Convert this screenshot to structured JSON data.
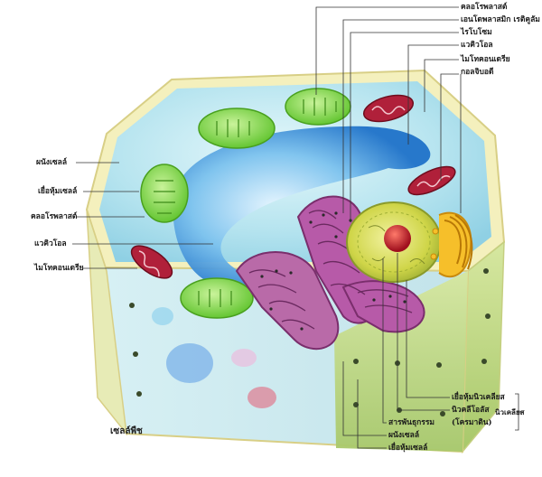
{
  "labels": {
    "top_chloroplast": "คลอโรพลาสต์",
    "top_er": "เอนโดพลาสมิก เรติคูลัม",
    "top_ribosome": "ไรโบโซม",
    "top_vacuole": "แวคิวโอล",
    "top_mitochondria_line1": "ไมโทคอนเดรีย",
    "top_mitochondria_line2": "กอลจิบอดี",
    "left_cell_wall": "ผนังเซลล์",
    "left_cell_membrane": "เยื่อหุ้มเซลล์",
    "left_chloroplast": "คลอโรพลาสต์",
    "left_vacuole": "แวคิวโอล",
    "left_mitochondria": "ไมโทคอนเดรีย",
    "bottom_nuclear_membrane": "เยื่อหุ้มนิวเคลียส",
    "bottom_nucleolus": "นิวคลีโอลัส",
    "bottom_genetic_material": "สารพันธุกรรม",
    "bottom_chromatin": "(โครมาติน)",
    "bottom_cell_wall": "ผนังเซลล์",
    "bottom_cell_membrane": "เยื่อหุ้มเซลล์",
    "nucleus_group": "นิวเคลียส"
  },
  "caption": "เซลล์พืช",
  "colors": {
    "cell_wall": "#f2eeb4",
    "cytoplasm": "#b8e6f2",
    "vacuole": "#2f8fd8",
    "chloroplast": "#7ed63a",
    "mitochondria": "#b0203a",
    "er": "#b75aa8",
    "golgi": "#f3b21a",
    "nucleus": "#d8dc4a",
    "nucleolus": "#c0202a",
    "side_wall": "#bfd882"
  }
}
